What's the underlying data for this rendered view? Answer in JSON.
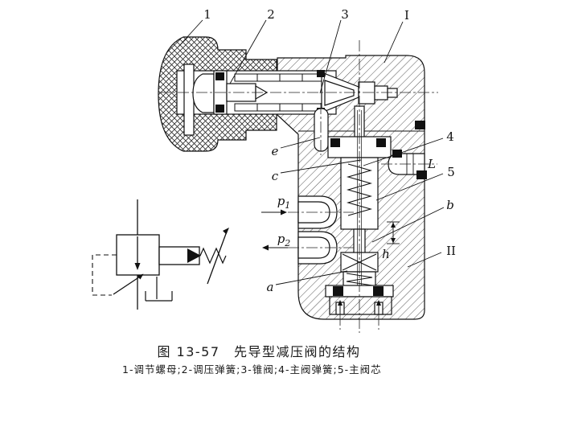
{
  "figure": {
    "caption": "图 13-57　先导型减压阀的结构",
    "legend": "1-调节螺母;2-调压弹簧;3-锥阀;4-主阀弹簧;5-主阀芯"
  },
  "callouts": {
    "n1": "1",
    "n2": "2",
    "n3": "3",
    "n4": "4",
    "n5": "5",
    "roman1": "I",
    "roman2": "II",
    "a": "a",
    "b": "b",
    "c": "c",
    "e": "e",
    "h": "h",
    "L": "L",
    "p_base": "p",
    "p1_sub": "1",
    "p2_sub": "2"
  },
  "colors": {
    "ink": "#111111",
    "paper": "#ffffff"
  }
}
